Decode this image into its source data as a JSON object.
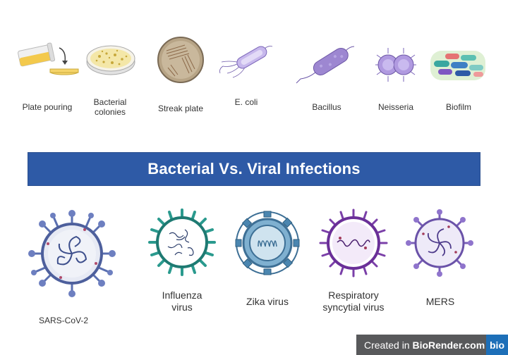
{
  "top_row": {
    "plate_pouring": "Plate pouring",
    "bacterial_colonies_1": "Bacterial",
    "bacterial_colonies_2": "colonies",
    "streak_plate": "Streak plate",
    "ecoli": "E. coli",
    "bacillus": "Bacillus",
    "neisseria": "Neisseria",
    "biofilm": "Biofilm"
  },
  "banner": {
    "title": "Bacterial Vs. Viral Infections"
  },
  "bottom_row": {
    "sars": "SARS-CoV-2",
    "influenza_1": "Influenza",
    "influenza_2": "virus",
    "zika": "Zika virus",
    "rsv_1": "Respiratory",
    "rsv_2": "syncytial virus",
    "mers": "MERS"
  },
  "footer": {
    "created_in": "Created in ",
    "brand": "BioRender.com",
    "logo": "bio"
  },
  "colors": {
    "banner": "#2e5aa6",
    "badge": "#58595b",
    "logo": "#1d6fb8"
  }
}
